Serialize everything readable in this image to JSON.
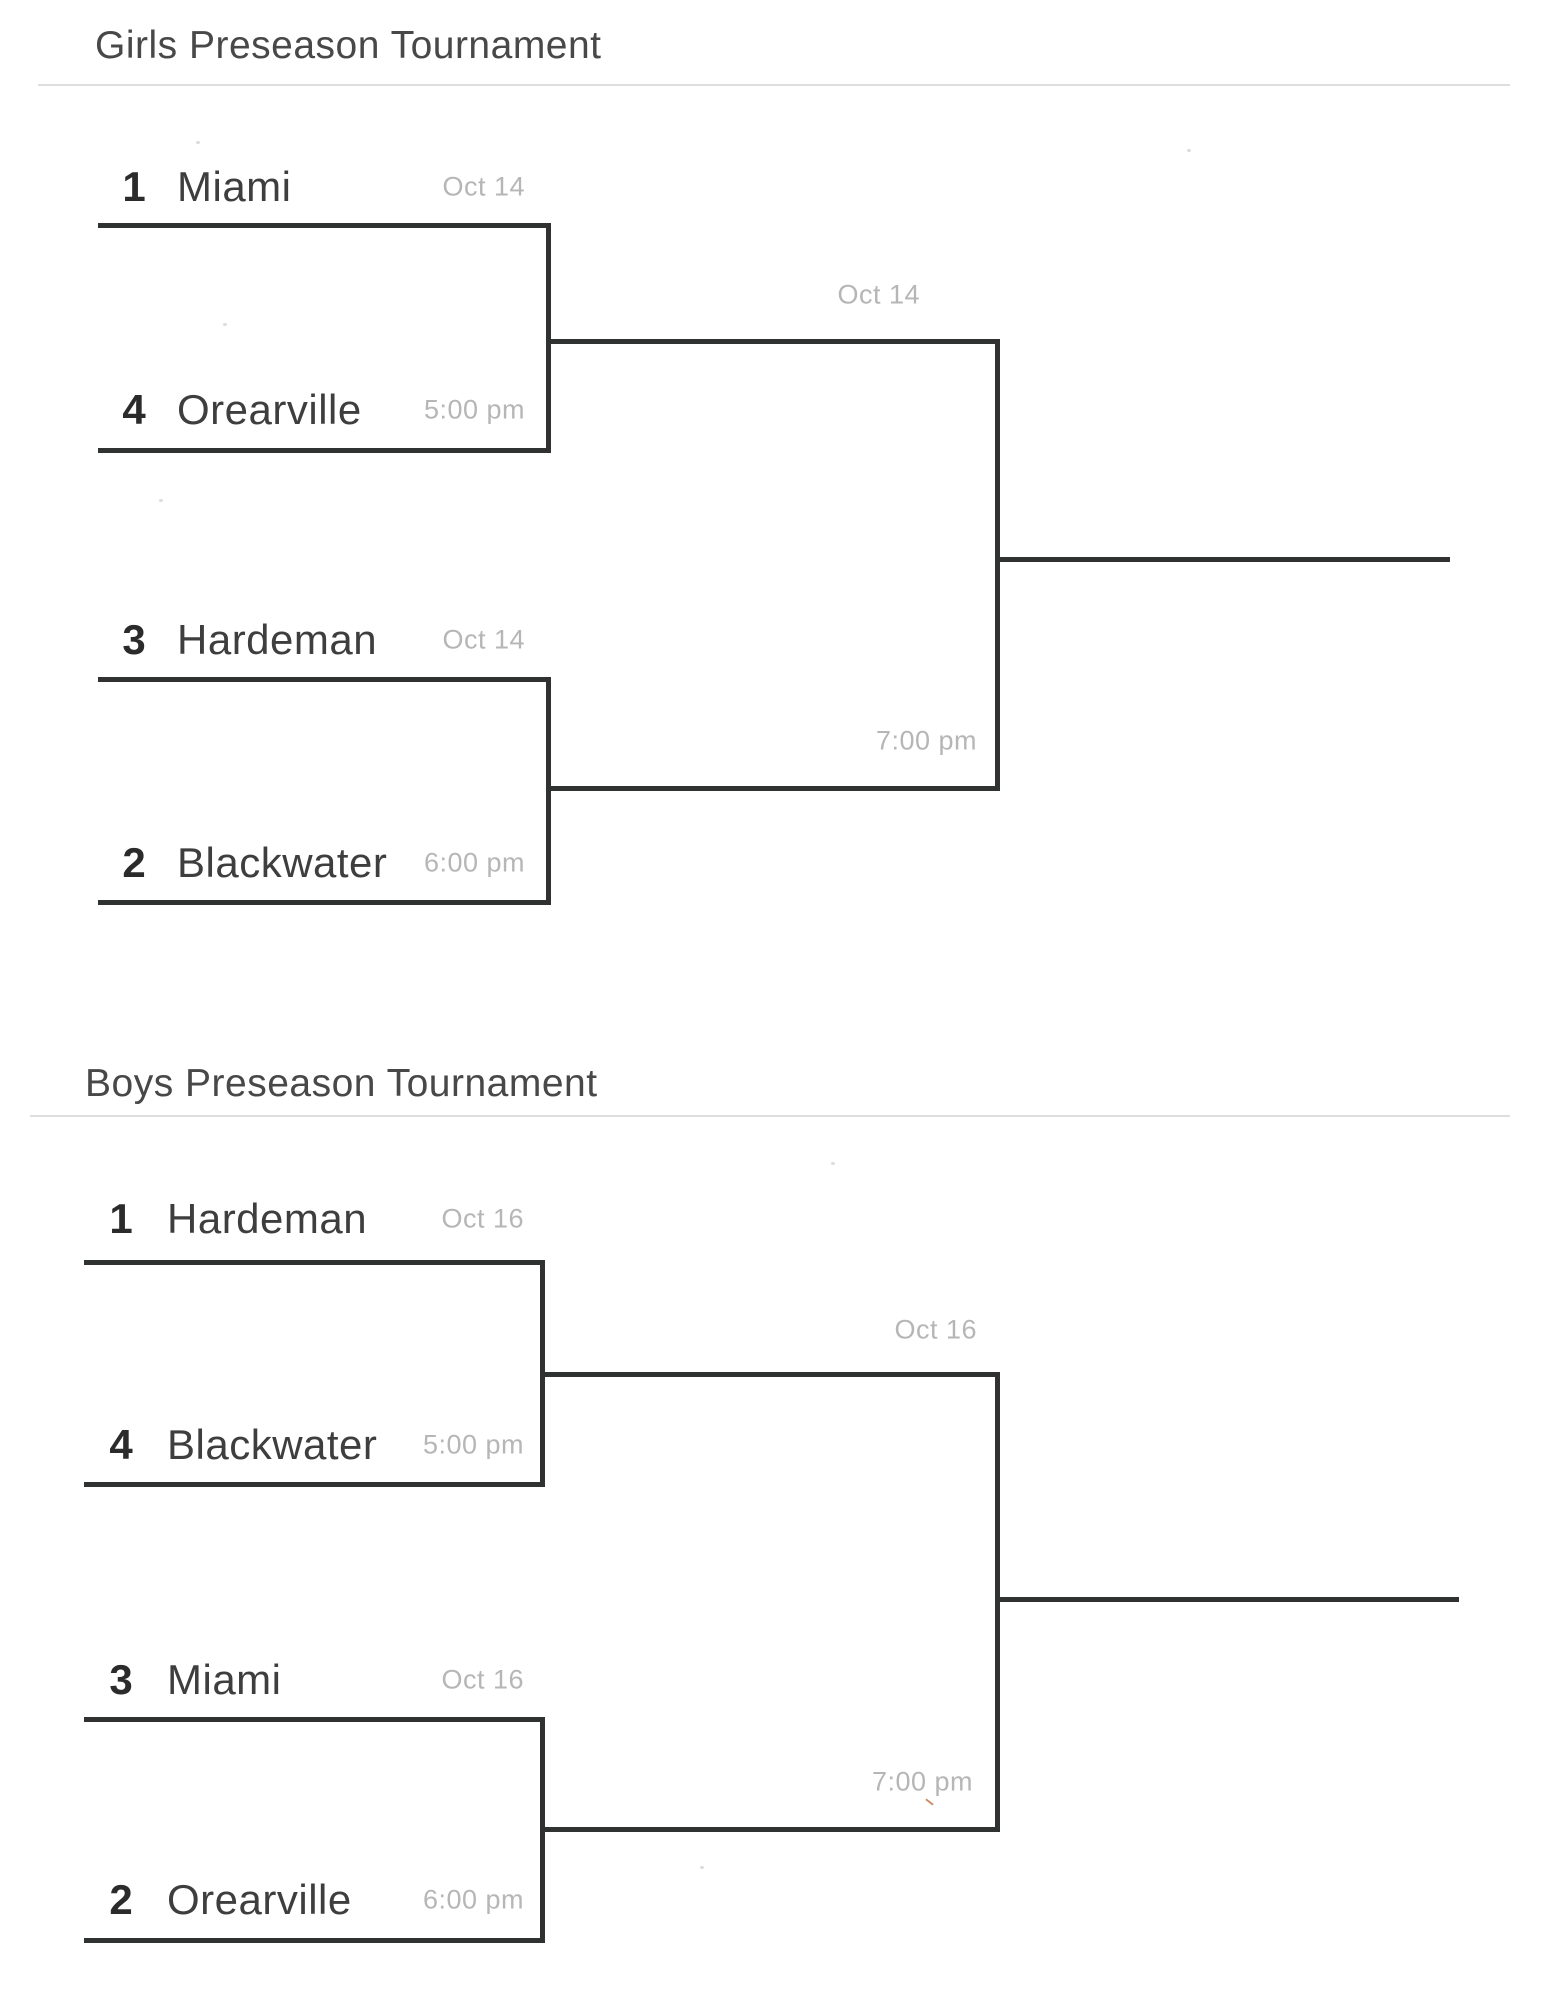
{
  "colors": {
    "bracket_line": "#2f3230",
    "team_text": "#3e3e3e",
    "seed_text": "#2b2b2b",
    "muted_label": "#b6b6b6",
    "title_text": "#484848",
    "divider": "#dedede"
  },
  "brackets": [
    {
      "title": "Girls Preseason Tournament",
      "final": {
        "date": "Oct 14",
        "time": "7:00 pm"
      },
      "matches": [
        {
          "date": "Oct 14",
          "time": "5:00 pm",
          "top": {
            "seed": "1",
            "team": "Miami"
          },
          "bottom": {
            "seed": "4",
            "team": "Orearville"
          }
        },
        {
          "date": "Oct 14",
          "time": "6:00 pm",
          "top": {
            "seed": "3",
            "team": "Hardeman"
          },
          "bottom": {
            "seed": "2",
            "team": "Blackwater"
          }
        }
      ]
    },
    {
      "title": "Boys Preseason Tournament",
      "final": {
        "date": "Oct 16",
        "time": "7:00 pm"
      },
      "matches": [
        {
          "date": "Oct 16",
          "time": "5:00 pm",
          "top": {
            "seed": "1",
            "team": "Hardeman"
          },
          "bottom": {
            "seed": "4",
            "team": "Blackwater"
          }
        },
        {
          "date": "Oct 16",
          "time": "6:00 pm",
          "top": {
            "seed": "3",
            "team": "Miami"
          },
          "bottom": {
            "seed": "2",
            "team": "Orearville"
          }
        }
      ]
    }
  ]
}
